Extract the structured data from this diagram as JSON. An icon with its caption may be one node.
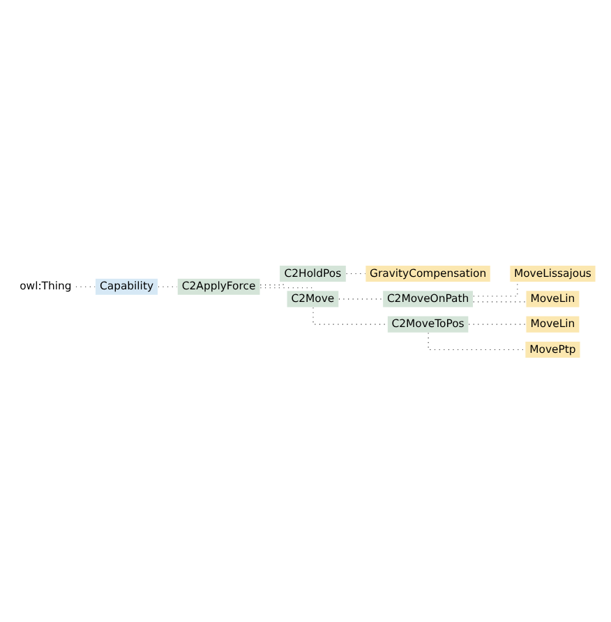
{
  "diagram": {
    "nodes": [
      {
        "text": [
          "owl:Thing"
        ]
      },
      {
        "text": [
          "Capability"
        ]
      },
      {
        "text": [
          "C2ApplyForce"
        ]
      },
      {
        "text": [
          "C2HoldPos"
        ]
      },
      {
        "text": [
          "GravityCompensation"
        ]
      },
      {
        "text": [
          "C2Move"
        ]
      },
      {
        "text": [
          "C2MoveOnPath"
        ]
      },
      {
        "text": [
          "MoveLissajous"
        ]
      },
      {
        "text": [
          "MoveLin"
        ]
      },
      {
        "text": [
          "C2MoveToPos"
        ]
      },
      {
        "text": [
          "MoveLin"
        ]
      },
      {
        "text": [
          "MovePtp"
        ]
      }
    ],
    "edges": [
      {
        "from": 0,
        "to": 1,
        "arrow": "none"
      },
      {
        "from": 1,
        "to": 2,
        "arrow": "none"
      },
      {
        "from": 2,
        "to": 3,
        "arrow": "none"
      },
      {
        "from": 3,
        "to": 4,
        "arrow": "none"
      },
      {
        "from": 2,
        "to": 5,
        "arrow": "none"
      },
      {
        "from": 5,
        "to": 6,
        "arrow": "none"
      },
      {
        "from": 6,
        "to": 7,
        "arrow": "none"
      },
      {
        "from": 6,
        "to": 8,
        "arrow": "none"
      },
      {
        "from": 5,
        "to": 9,
        "arrow": "none"
      },
      {
        "from": 9,
        "to": 10,
        "arrow": "none"
      },
      {
        "from": 9,
        "to": 11,
        "arrow": "none"
      }
    ]
  }
}
